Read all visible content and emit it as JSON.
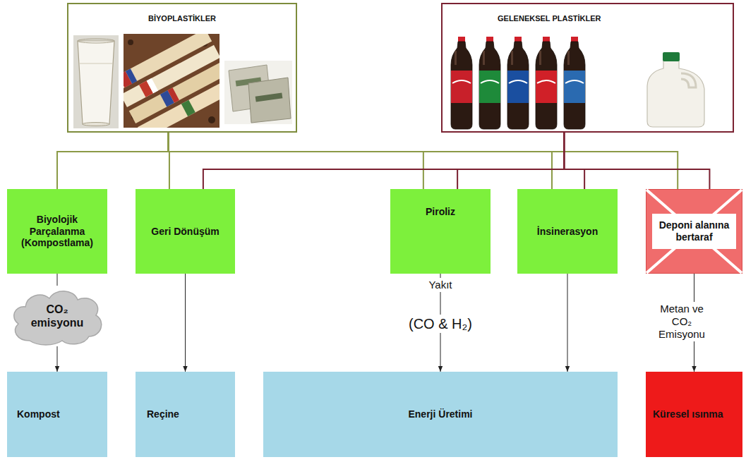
{
  "diagram": {
    "nodes": [
      {
        "text": [
          "BİYOPLASTİKLER"
        ]
      },
      {
        "text": [
          "GELENEKSEL PLASTİKLER"
        ]
      },
      {
        "text": [
          "Biyolojik Parçalanma (Kompostlama)"
        ]
      },
      {
        "text": [
          "Geri Dönüşüm"
        ]
      },
      {
        "text": [
          "Piroliz"
        ]
      },
      {
        "text": [
          "İnsinerasyon"
        ]
      },
      {
        "text": [
          "Deponi alanına bertaraf"
        ]
      },
      {
        "text": [
          "CO₂ emisyonu"
        ]
      },
      {
        "text": [
          "Kompost"
        ]
      },
      {
        "text": [
          "Reçine"
        ]
      },
      {
        "text": [
          "Enerji Üretimi"
        ]
      },
      {
        "text": [
          "Küresel ısınma"
        ]
      }
    ],
    "edges": [
      {
        "from": 0,
        "to": 2,
        "arrow": "none"
      },
      {
        "from": 0,
        "to": 3,
        "arrow": "none"
      },
      {
        "from": 0,
        "to": 4,
        "arrow": "none"
      },
      {
        "from": 0,
        "to": 5,
        "arrow": "none"
      },
      {
        "from": 0,
        "to": 6,
        "arrow": "none"
      },
      {
        "from": 1,
        "to": 3,
        "arrow": "none"
      },
      {
        "from": 1,
        "to": 4,
        "arrow": "none"
      },
      {
        "from": 1,
        "to": 5,
        "arrow": "none"
      },
      {
        "from": 1,
        "to": 6,
        "arrow": "none"
      },
      {
        "from": 2,
        "to": 7,
        "arrow": "none"
      },
      {
        "from": 7,
        "to": 8,
        "arrow": "to"
      },
      {
        "from": 3,
        "to": 9,
        "arrow": "to"
      },
      {
        "from": 4,
        "to": 10,
        "label": "Yakıt",
        "arrow": "to"
      },
      {
        "from": 5,
        "to": 10,
        "arrow": "to"
      },
      {
        "from": 6,
        "to": 11,
        "label": "Metan ve CO₂ Emisyonu",
        "arrow": "to"
      }
    ],
    "labels": [
      "(CO & H₂)"
    ]
  }
}
